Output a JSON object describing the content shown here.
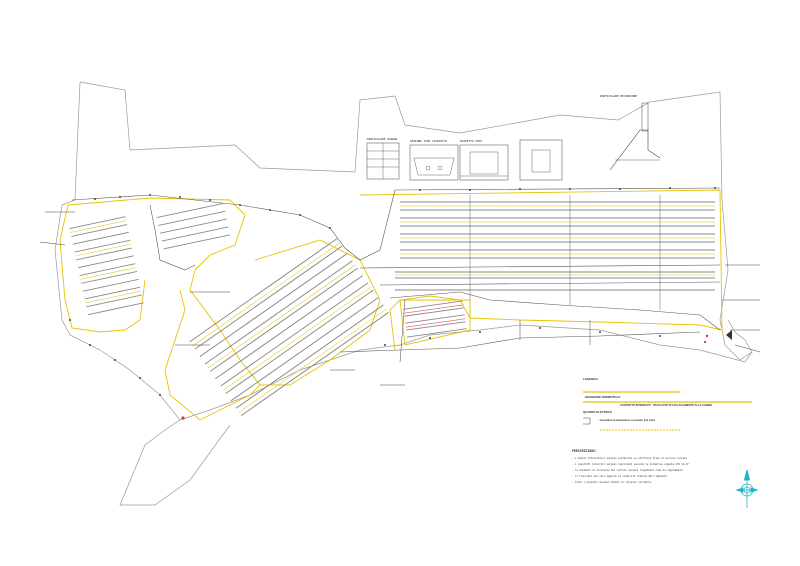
{
  "legend": {
    "title": "LEGENDA:",
    "line1": "RECINZIONE PERIMETRALE",
    "line2": "CAVIDOTTO INTERRATO - TRACCIATO DI COLLEGAMENTO ALLA CABINA",
    "line3": "- cassettina di derivazione / pozzetto (via cavi)",
    "line4": "QUADRO ELETTRICO"
  },
  "notes": {
    "title": "PRESCRIZIONI:",
    "lines": [
      "- i moduli fotovoltaici saranno installati su strutture fisse in acciaio zincato",
      "- i cavidotti interrati saranno realizzati secondo la normativa vigente CEI 11-17",
      "- le distanze di sicurezza dai confini saranno rispettate come da regolamento",
      "- il tracciato dei cavi seguirà la viabilità interna dell'impianto",
      "- tutti i pozzetti saranno dotati di chiusino carrabile"
    ]
  },
  "details": {
    "d1": "PARTICOLARE QUADRO",
    "d2": "SEZIONE TIPO CAVIDOTTO",
    "d3": "POZZETTO TIPO",
    "d4": "PARTICOLARE RECINZIONE"
  },
  "colors": {
    "boundary": "#9a9a9a",
    "fence": "#e8c200",
    "panel": "#8a8a8a",
    "cable": "#555555",
    "compass": "#1fb5c7",
    "accent": "#d63a2a"
  }
}
